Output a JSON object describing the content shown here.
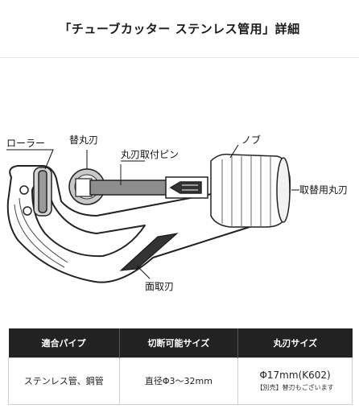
{
  "header": {
    "title": "「チューブカッター ステンレス管用」詳細"
  },
  "diagram": {
    "labels": {
      "roller": "ローラー",
      "spare_blade": "替丸刃",
      "blade_pin": "丸刃取付ピン",
      "knob": "ノブ",
      "spare_storage": "取替用丸刃",
      "chamfer_blade": "面取刃"
    }
  },
  "spec_table": {
    "headers": [
      "適合パイプ",
      "切断可能サイズ",
      "丸刃サイズ"
    ],
    "row": {
      "pipe": "ステンレス管、鋼管",
      "size": "直径Φ3～32mm",
      "blade_main": "Φ17mm(K602)",
      "blade_note": "【別売】替刃もございます"
    }
  }
}
